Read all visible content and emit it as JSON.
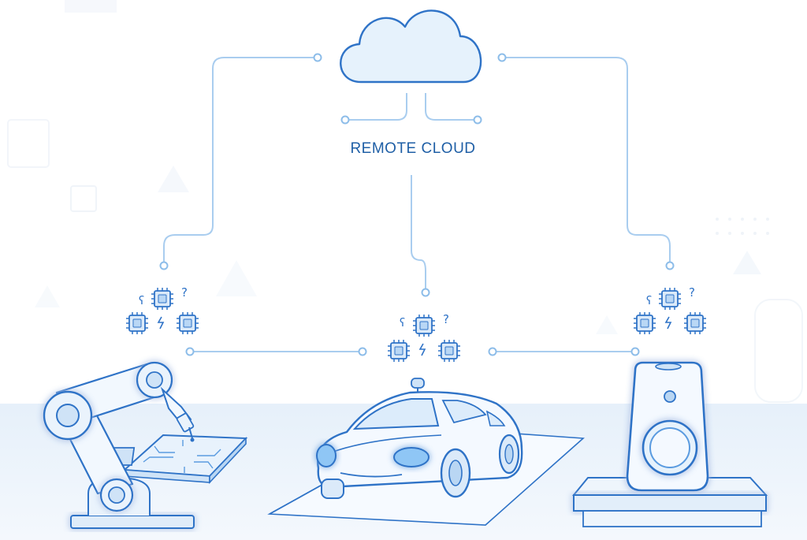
{
  "cloud": {
    "label": "REMOTE CLOUD"
  },
  "colors": {
    "line": "#a9cdef",
    "stroke": "#2f73c7",
    "fill_light": "#eaf4fd",
    "fill_mid": "#cfe6fa",
    "floor": "#eef5fc",
    "glow": "#8fc6f5"
  },
  "nodes": [
    {
      "id": "robot-arm",
      "icon": "robot-arm-icon"
    },
    {
      "id": "car",
      "icon": "autonomous-car-icon"
    },
    {
      "id": "speaker",
      "icon": "smart-speaker-icon"
    }
  ],
  "chip_cluster_icon": "processor-chip-icon"
}
